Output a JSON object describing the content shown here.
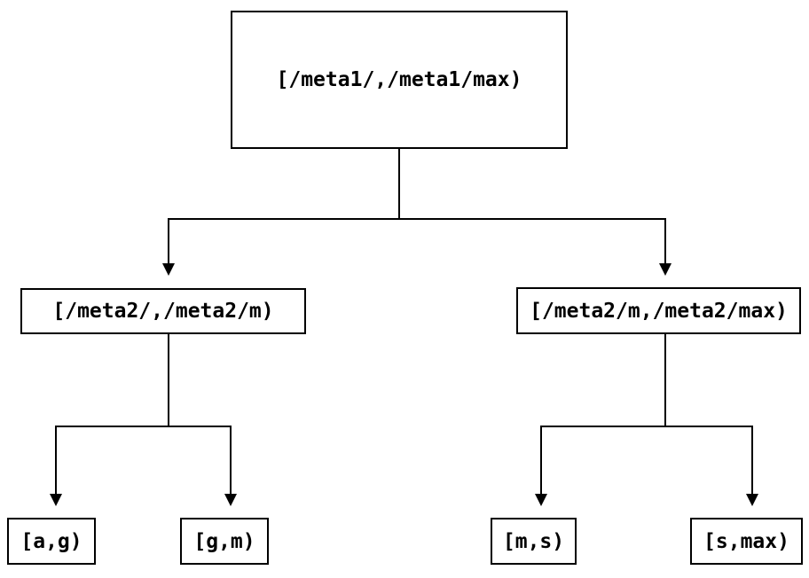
{
  "diagram": {
    "type": "tree",
    "nodes": {
      "root": {
        "label": "[/meta1/,/meta1/max)"
      },
      "branch_left": {
        "label": "[/meta2/,/meta2/m)"
      },
      "branch_right": {
        "label": "[/meta2/m,/meta2/max)"
      },
      "leaf_a_g": {
        "label": "[a,g)"
      },
      "leaf_g_m": {
        "label": "[g,m)"
      },
      "leaf_m_s": {
        "label": "[m,s)"
      },
      "leaf_s_max": {
        "label": "[s,max)"
      }
    },
    "edges": [
      {
        "from": "root",
        "to": "branch_left"
      },
      {
        "from": "root",
        "to": "branch_right"
      },
      {
        "from": "branch_left",
        "to": "leaf_a_g"
      },
      {
        "from": "branch_left",
        "to": "leaf_g_m"
      },
      {
        "from": "branch_right",
        "to": "leaf_m_s"
      },
      {
        "from": "branch_right",
        "to": "leaf_s_max"
      }
    ],
    "colors": {
      "background": "#ffffff",
      "line": "#000000",
      "box_border": "#000000",
      "text": "#000000"
    }
  }
}
